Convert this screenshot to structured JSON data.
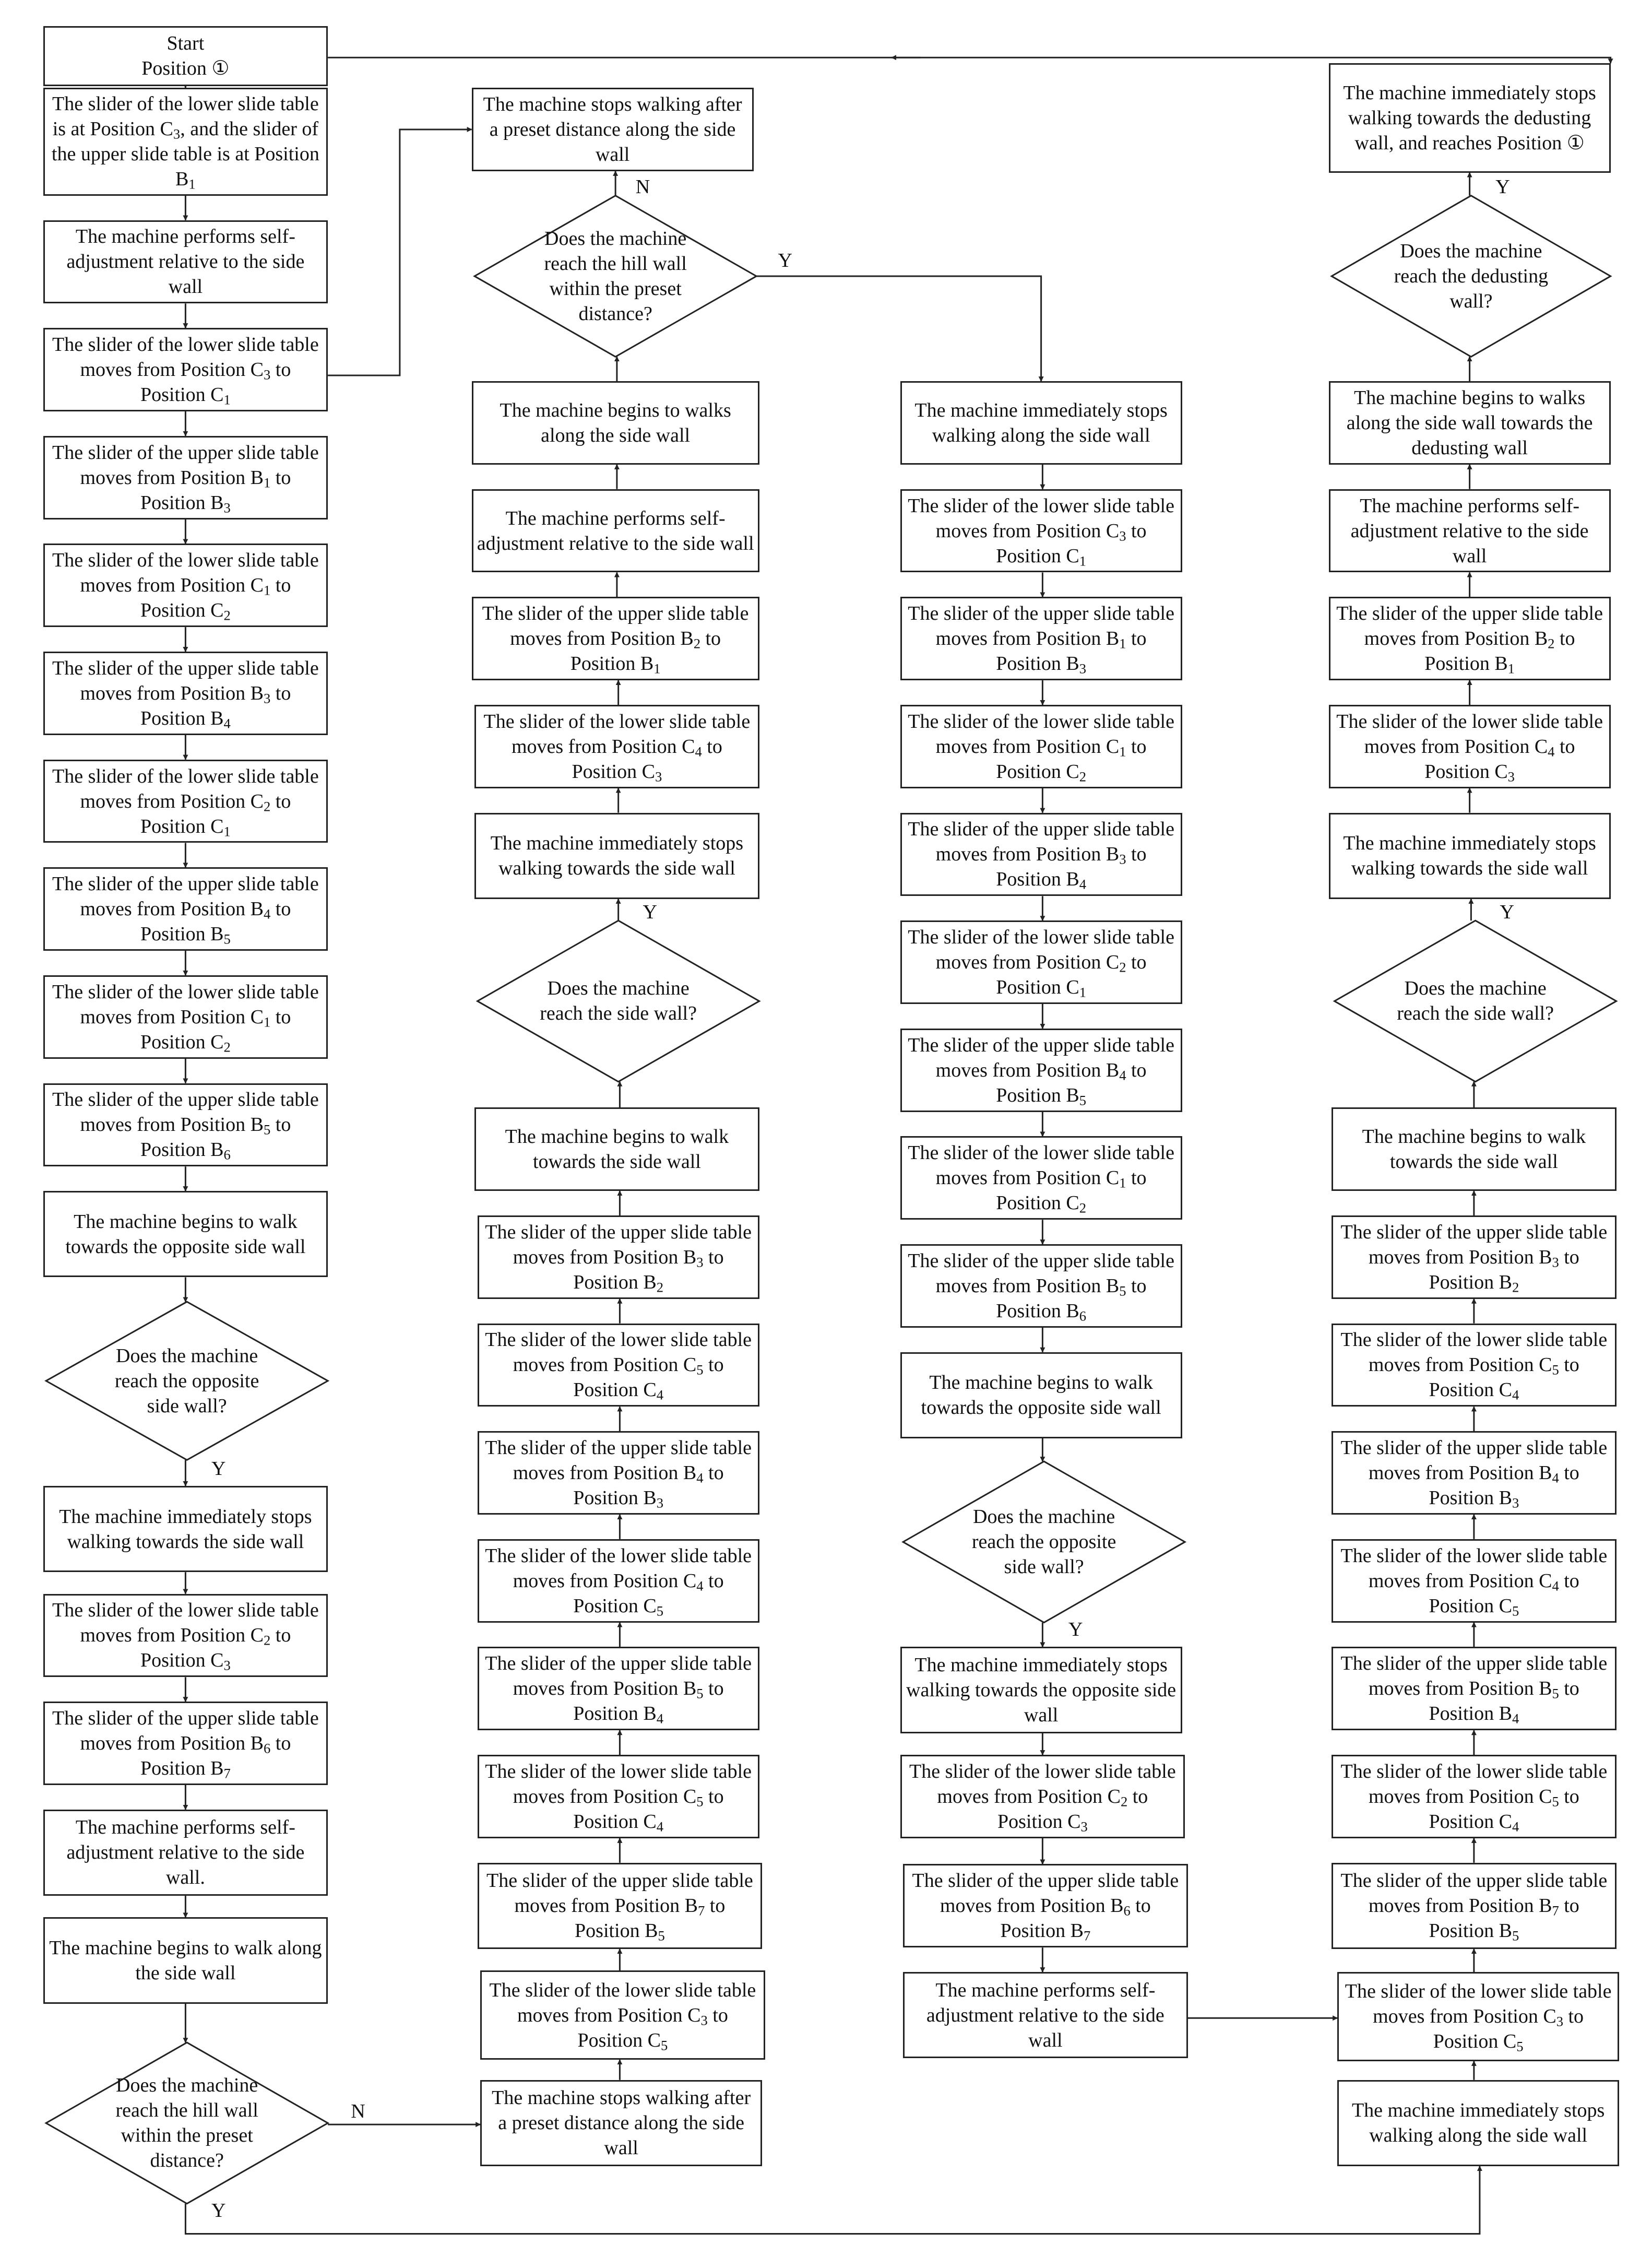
{
  "nodes": [
    {
      "id": "a1",
      "text": "Start\nPosition ①"
    },
    {
      "id": "a2",
      "text": "The slider of the lower slide table is at Position C_3, and the slider of the upper slide table is at Position B_1"
    },
    {
      "id": "a3",
      "text": "The machine performs self-adjustment relative to the side wall"
    },
    {
      "id": "a4",
      "text": "The slider of the lower slide table moves from Position C_3 to Position C_1"
    },
    {
      "id": "a5",
      "text": "The slider of the upper  slide table moves from Position B_1 to Position B_3"
    },
    {
      "id": "a6",
      "text": "The slider of the lower slide table moves from Position C_1 to Position C_2"
    },
    {
      "id": "a7",
      "text": "The slider of the upper slide table moves from Position B_3 to Position B_4"
    },
    {
      "id": "a8",
      "text": "The slider of the lower slide table moves from Position C_2 to Position C_1"
    },
    {
      "id": "a9",
      "text": "The slider of the upper slide table moves from Position B_4 to Position B_5"
    },
    {
      "id": "a10",
      "text": "The slider of the lower slide table moves from Position C_1 to Position C_2"
    },
    {
      "id": "a11",
      "text": "The slider of the upper slide table moves from Position B_5 to Position B_6"
    },
    {
      "id": "a12",
      "text": "The machine begins to walk towards the opposite side wall"
    },
    {
      "id": "a13",
      "text": "Does the machine reach the opposite side wall?"
    },
    {
      "id": "a14",
      "text": "The machine immediately stops walking towards the side wall"
    },
    {
      "id": "a15",
      "text": "The slider of the lower slide table moves from Position C_2 to Position C_3"
    },
    {
      "id": "a16",
      "text": "The slider of the upper slide table moves from Position B_6 to Position B_7"
    },
    {
      "id": "a17",
      "text": "The machine performs self-adjustment relative to the side wall."
    },
    {
      "id": "a18",
      "text": "The machine begins to walk along the side wall"
    },
    {
      "id": "a19",
      "text": "Does the machine reach the hill wall within the preset distance?"
    },
    {
      "id": "b1",
      "text": "The machine stops walking after a preset distance along the side wall"
    },
    {
      "id": "b2",
      "text": "Does the machine reach the hill wall within the preset distance?"
    },
    {
      "id": "b3",
      "text": "The machine begins to walks along the side wall"
    },
    {
      "id": "b4",
      "text": "The machine performs self-adjustment relative to the side wall"
    },
    {
      "id": "b5",
      "text": "The slider of the upper slide table moves from Position B_2 to Position B_1"
    },
    {
      "id": "b6",
      "text": "The slider of the lower slide table moves from Position C_4 to Position C_3"
    },
    {
      "id": "b7",
      "text": "The machine immediately stops walking towards the side wall"
    },
    {
      "id": "b8",
      "text": "Does the machine reach the side wall?"
    },
    {
      "id": "b9",
      "text": "The machine begins to walk towards the side wall"
    },
    {
      "id": "b10",
      "text": "The slider of the upper slide table moves from Position B_3 to Position B_2"
    },
    {
      "id": "b11",
      "text": "The slider of the lower slide table moves from Position C_5 to Position C_4"
    },
    {
      "id": "b12",
      "text": "The slider of the upper slide table moves from Position B_4 to Position B_3"
    },
    {
      "id": "b13",
      "text": "The slider of the lower slide table moves from Position C_4 to Position C_5"
    },
    {
      "id": "b14",
      "text": "The slider of the upper slide table moves from Position B_5 to Position B_4"
    },
    {
      "id": "b15",
      "text": "The slider of the lower slide table moves from Position C_5 to Position C_4"
    },
    {
      "id": "b16",
      "text": "The slider of the upper slide table moves from Position B_7 to Position B_5"
    },
    {
      "id": "b17",
      "text": "The slider of the lower slide table moves from Position C_3 to Position C_5"
    },
    {
      "id": "b18",
      "text": "The machine stops walking after a preset distance along the side wall"
    },
    {
      "id": "c1",
      "text": "The machine immediately stops walking along the side wall"
    },
    {
      "id": "c2",
      "text": "The slider of the lower slide table moves from Position C_3 to Position C_1"
    },
    {
      "id": "c3",
      "text": "The slider of the upper  slide table moves from Position B_1 to Position B_3"
    },
    {
      "id": "c4",
      "text": "The slider of the lower slide table moves from Position C_1 to Position C_2"
    },
    {
      "id": "c5",
      "text": "The slider of the upper slide table moves from Position B_3 to Position B_4"
    },
    {
      "id": "c6",
      "text": "The slider of the lower slide table moves from Position C_2 to Position C_1"
    },
    {
      "id": "c7",
      "text": "The slider of the upper slide table moves from Position B_4 to Position B_5"
    },
    {
      "id": "c8",
      "text": "The slider of the lower slide table moves from Position C_1 to Position C_2"
    },
    {
      "id": "c9",
      "text": "The slider of the upper slide table moves from Position B_5 to Position B_6"
    },
    {
      "id": "c10",
      "text": "The machine begins to walk towards the opposite side wall"
    },
    {
      "id": "c11",
      "text": "Does the machine reach the opposite side wall?"
    },
    {
      "id": "c12",
      "text": "The machine immediately stops walking towards the opposite side wall"
    },
    {
      "id": "c13",
      "text": "The slider of the lower slide table moves from Position C_2 to Position C_3"
    },
    {
      "id": "c14",
      "text": "The slider of the upper slide table moves from Position B_6 to Position B_7"
    },
    {
      "id": "c15",
      "text": "The machine performs self-adjustment relative to the side wall"
    },
    {
      "id": "d1",
      "text": "The machine immediately stops walking towards the dedusting wall, and reaches Position ①"
    },
    {
      "id": "d2",
      "text": "Does the machine reach the dedusting wall?"
    },
    {
      "id": "d3",
      "text": "The machine begins to walks along the side wall towards the dedusting wall"
    },
    {
      "id": "d4",
      "text": "The machine performs self-adjustment relative to the side wall"
    },
    {
      "id": "d5",
      "text": "The slider of the upper slide table moves from Position B_2 to Position B_1"
    },
    {
      "id": "d6",
      "text": "The slider of the lower slide table moves from Position C_4 to Position C_3"
    },
    {
      "id": "d7",
      "text": "The machine immediately stops walking towards the side wall"
    },
    {
      "id": "d8",
      "text": "Does the machine reach the side wall?"
    },
    {
      "id": "d9",
      "text": "The machine begins to walk towards the side wall"
    },
    {
      "id": "d10",
      "text": "The slider of the upper slide table moves from Position B_3 to Position B_2"
    },
    {
      "id": "d11",
      "text": "The slider of the lower slide table moves from Position C_5 to Position C_4"
    },
    {
      "id": "d12",
      "text": "The slider of the upper slide table moves from Position B_4 to Position B_3"
    },
    {
      "id": "d13",
      "text": "The slider of the lower slide table moves from Position C_4 to Position C_5"
    },
    {
      "id": "d14",
      "text": "The slider of the upper slide table moves from Position B_5 to Position B_4"
    },
    {
      "id": "d15",
      "text": "The slider of the lower slide table moves from Position C_5 to Position C_4"
    },
    {
      "id": "d16",
      "text": "The slider of the upper slide table moves from Position B_7 to Position B_5"
    },
    {
      "id": "d17",
      "text": "The slider of the lower slide table moves from Position C_3 to Position C_5"
    },
    {
      "id": "d18",
      "text": "The machine immediately stops walking along the side wall"
    }
  ],
  "branch_labels": {
    "yes": "Y",
    "no": "N"
  },
  "colors": {
    "line": "#222222",
    "text": "#111111",
    "background": "#ffffff"
  }
}
